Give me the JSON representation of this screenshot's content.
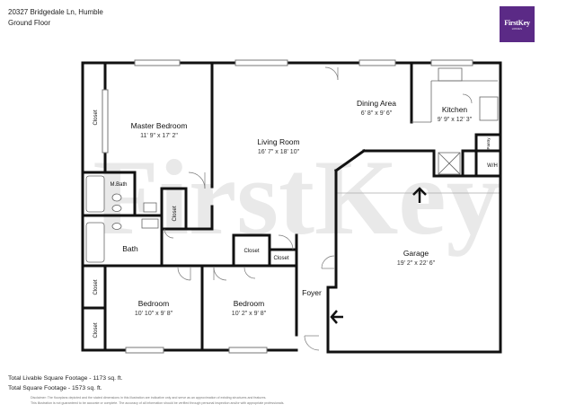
{
  "header": {
    "address": "20327 Bridgedale Ln, Humble",
    "floor": "Ground Floor"
  },
  "logo": {
    "name": "FirstKey",
    "tagline": "HOMES",
    "color": "#5b2a86"
  },
  "watermark": "FirstKey",
  "rooms": {
    "master_bedroom": {
      "name": "Master Bedroom",
      "dims": "11' 9\" x 17' 2\""
    },
    "living_room": {
      "name": "Living Room",
      "dims": "16' 7\" x 18' 10\""
    },
    "dining_area": {
      "name": "Dining Area",
      "dims": "6' 8\" x 9' 6\""
    },
    "kitchen": {
      "name": "Kitchen",
      "dims": "9' 9\" x 12' 3\""
    },
    "garage": {
      "name": "Garage",
      "dims": "19' 2\" x 22' 6\""
    },
    "bedroom_left": {
      "name": "Bedroom",
      "dims": "10' 10\" x 9' 8\""
    },
    "bedroom_right": {
      "name": "Bedroom",
      "dims": "10' 2\" x 9' 8\""
    },
    "foyer": {
      "name": "Foyer"
    },
    "bath": {
      "name": "Bath"
    },
    "master_bath": {
      "name": "M.Bath"
    },
    "pantry": {
      "name": "Pantry"
    },
    "wh": {
      "name": "W/H"
    },
    "closet": {
      "name": "Closet"
    }
  },
  "footer": {
    "livable": "Total Livable Square Footage - 1173 sq. ft.",
    "total": "Total Square Footage - 1573 sq. ft.",
    "disclaimer1": "Disclaimer: The floorplans depicted and the stated dimensions in this illustration are indicative only and serve as an approximation of existing structures and features.",
    "disclaimer2": "This illustration is not guaranteed to be accurate or complete. The accuracy of all information should be verified through personal inspection and/or with appropriate professionals."
  }
}
